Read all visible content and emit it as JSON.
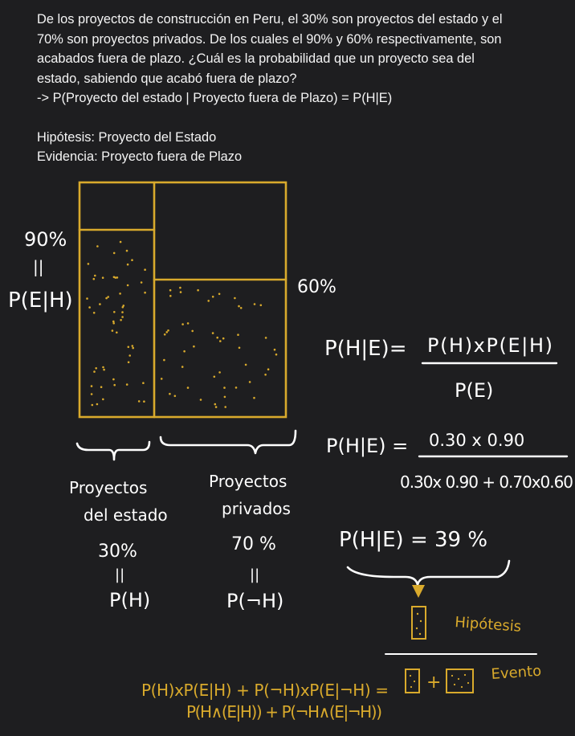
{
  "question": {
    "line1": "De los proyectos de construcción en Peru, el 30% son proyectos del estado y el",
    "line2": "70% son proyectos privados. De los cuales el 90%  y 60% respectivamente, son",
    "line3": "acabados fuera de plazo. ¿Cuál es la probabilidad que un proyecto sea del",
    "line4": "estado, sabiendo que acabó fuera de plazo?",
    "line5": "-> P(Proyecto del estado | Proyecto fuera de Plazo) = P(H|E)"
  },
  "definitions": {
    "hypothesis": "Hipótesis: Proyecto del Estado",
    "evidence": "Evidencia: Proyecto fuera de Plazo"
  },
  "handwriting": {
    "pct_90": "90%",
    "equals_left": "||",
    "p_e_given_h": "P(E|H)",
    "pct_60": "60%",
    "bayes_lhs": "P(H|E)=",
    "bayes_num": "P(H)xP(E|H)",
    "bayes_den": "P(E)",
    "calc_lhs": "P(H|E) =",
    "calc_num": "0.30 x 0.90",
    "calc_den": "0.30x 0.90 + 0.70x0.60",
    "result": "P(H|E) = 39 %",
    "state_label1": "Proyectos",
    "state_label2": "del estado",
    "state_pct": "30%",
    "state_eq": "||",
    "state_p": "P(H)",
    "priv_label1": "Proyectos",
    "priv_label2": "privados",
    "priv_pct": "70 %",
    "priv_eq": "||",
    "priv_p": "P(¬H)",
    "hypothesis_label": "Hipótesis",
    "event_label": "Evento",
    "total_line1": "P(H)xP(E|H) + P(¬H)xP(E|¬H) =",
    "total_line2": "P(H∧(E|H)) + P(¬H∧(E|¬H))",
    "plus_sign": "+"
  },
  "colors": {
    "background": "#1e1e20",
    "ink_white": "#ffffff",
    "ink_gold": "#d9aa2c"
  }
}
